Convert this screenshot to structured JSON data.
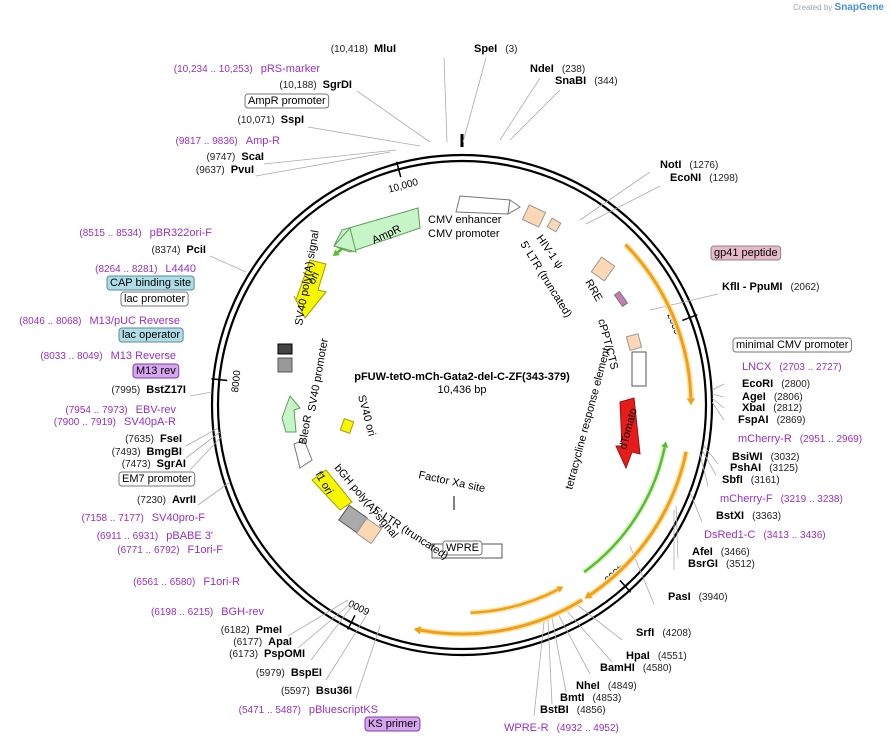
{
  "credit": {
    "created_by": "Created by",
    "brand": "SnapGene"
  },
  "center": {
    "title": "pFUW-tetO-mCh-Gata2-del-C-ZF(343-379)",
    "length": "10,436 bp"
  },
  "ticks": [
    "2000",
    "4000",
    "6000",
    "8000",
    "10,000"
  ],
  "restriction_sites": [
    {
      "name": "MluI",
      "pos": "(10,418)"
    },
    {
      "name": "SpeI",
      "pos": "(3)"
    },
    {
      "name": "NdeI",
      "pos": "(238)"
    },
    {
      "name": "SnaBI",
      "pos": "(344)"
    },
    {
      "name": "SgrDI",
      "pos": "(10,188)"
    },
    {
      "name": "SspI",
      "pos": "(10,071)"
    },
    {
      "name": "ScaI",
      "pos": "(9747)"
    },
    {
      "name": "PvuI",
      "pos": "(9637)"
    },
    {
      "name": "NotI",
      "pos": "(1276)"
    },
    {
      "name": "EcoNI",
      "pos": "(1298)"
    },
    {
      "name": "KflI - PpuMI",
      "pos": "(2062)"
    },
    {
      "name": "PciI",
      "pos": "(8374)"
    },
    {
      "name": "EcoRI",
      "pos": "(2800)"
    },
    {
      "name": "AgeI",
      "pos": "(2806)"
    },
    {
      "name": "XbaI",
      "pos": "(2812)"
    },
    {
      "name": "FspAI",
      "pos": "(2869)"
    },
    {
      "name": "BstZ17I",
      "pos": "(7995)"
    },
    {
      "name": "FseI",
      "pos": "(7635)"
    },
    {
      "name": "BmgBI",
      "pos": "(7493)"
    },
    {
      "name": "SgrAI",
      "pos": "(7473)"
    },
    {
      "name": "BsiWI",
      "pos": "(3032)"
    },
    {
      "name": "PshAI",
      "pos": "(3125)"
    },
    {
      "name": "SbfI",
      "pos": "(3161)"
    },
    {
      "name": "AvrII",
      "pos": "(7230)"
    },
    {
      "name": "BstXI",
      "pos": "(3363)"
    },
    {
      "name": "AfeI",
      "pos": "(3466)"
    },
    {
      "name": "BsrGI",
      "pos": "(3512)"
    },
    {
      "name": "PasI",
      "pos": "(3940)"
    },
    {
      "name": "SrfI",
      "pos": "(4208)"
    },
    {
      "name": "PmeI",
      "pos": "(6182)"
    },
    {
      "name": "ApaI",
      "pos": "(6177)"
    },
    {
      "name": "PspOMI",
      "pos": "(6173)"
    },
    {
      "name": "BspEI",
      "pos": "(5979)"
    },
    {
      "name": "Bsu36I",
      "pos": "(5597)"
    },
    {
      "name": "HpaI",
      "pos": "(4551)"
    },
    {
      "name": "BamHI",
      "pos": "(4580)"
    },
    {
      "name": "NheI",
      "pos": "(4849)"
    },
    {
      "name": "BmtI",
      "pos": "(4853)"
    },
    {
      "name": "BstBI",
      "pos": "(4856)"
    }
  ],
  "primers": [
    {
      "name": "pRS-marker",
      "pos": "(10,234 .. 10,253)"
    },
    {
      "name": "Amp-R",
      "pos": "(9817 .. 9836)"
    },
    {
      "name": "pBR322ori-F",
      "pos": "(8515 .. 8534)"
    },
    {
      "name": "L4440",
      "pos": "(8264 .. 8281)"
    },
    {
      "name": "M13/pUC Reverse",
      "pos": "(8046 .. 8068)"
    },
    {
      "name": "M13 Reverse",
      "pos": "(8033 .. 8049)"
    },
    {
      "name": "EBV-rev",
      "pos": "(7954 .. 7973)"
    },
    {
      "name": "SV40pA-R",
      "pos": "(7900 .. 7919)"
    },
    {
      "name": "SV40pro-F",
      "pos": "(7158 .. 7177)"
    },
    {
      "name": "pBABE 3'",
      "pos": "(6911 .. 6931)"
    },
    {
      "name": "F1ori-F",
      "pos": "(6771 .. 6792)"
    },
    {
      "name": "F1ori-R",
      "pos": "(6561 .. 6580)"
    },
    {
      "name": "BGH-rev",
      "pos": "(6198 .. 6215)"
    },
    {
      "name": "pBluescriptKS",
      "pos": "(5471 .. 5487)"
    },
    {
      "name": "LNCX",
      "pos": "(2703 .. 2727)"
    },
    {
      "name": "mCherry-R",
      "pos": "(2951 .. 2969)"
    },
    {
      "name": "mCherry-F",
      "pos": "(3219 .. 3238)"
    },
    {
      "name": "DsRed1-C",
      "pos": "(3413 .. 3436)"
    },
    {
      "name": "WPRE-R",
      "pos": "(4932 .. 4952)"
    }
  ],
  "boxed_labels": [
    {
      "text": "AmpR promoter",
      "fill": "#ffffff",
      "stroke": "#777777",
      "color": "#000000"
    },
    {
      "text": "gp41 peptide",
      "fill": "#e8b9c8",
      "stroke": "#888888",
      "color": "#000000"
    },
    {
      "text": "CAP binding site",
      "fill": "#aedde6",
      "stroke": "#5a8a96",
      "color": "#000000"
    },
    {
      "text": "lac promoter",
      "fill": "#ffffff",
      "stroke": "#777777",
      "color": "#000000"
    },
    {
      "text": "lac operator",
      "fill": "#aedde6",
      "stroke": "#5a8a96",
      "color": "#000000"
    },
    {
      "text": "minimal CMV promoter",
      "fill": "#ffffff",
      "stroke": "#777777",
      "color": "#000000"
    },
    {
      "text": "M13 rev",
      "fill": "#d7a6ef",
      "stroke": "#7d3ca8",
      "color": "#000000"
    },
    {
      "text": "EM7 promoter",
      "fill": "#ffffff",
      "stroke": "#777777",
      "color": "#000000"
    },
    {
      "text": "KS primer",
      "fill": "#d7a6ef",
      "stroke": "#7d3ca8",
      "color": "#000000"
    },
    {
      "text": "WPRE",
      "fill": "#ffffff",
      "stroke": "#777777",
      "color": "#000000"
    }
  ],
  "inner_labels": [
    "CMV enhancer",
    "CMV promoter",
    "HIV-1 ψ",
    "5' LTR (truncated)",
    "RRE",
    "cPPT/CTS",
    "tetracycline response element",
    "dTomato",
    "AmpR",
    "ori",
    "SV40 poly(A) signal",
    "SV40 promoter",
    "BleoR",
    "SV40 ori",
    "bGH poly(A) signal",
    "f1 ori",
    "5' LTR (truncated)",
    "Factor Xa site"
  ],
  "colors": {
    "backbone": "#000000",
    "primer": "#9a2fc7",
    "ampr": "#c8f5c8",
    "ori": "#f7f700",
    "orange_orf": "#f0a010",
    "green_orf": "#5bbd2b",
    "dtomato": "#e81b1b",
    "ltr": "#fcd7b4"
  }
}
